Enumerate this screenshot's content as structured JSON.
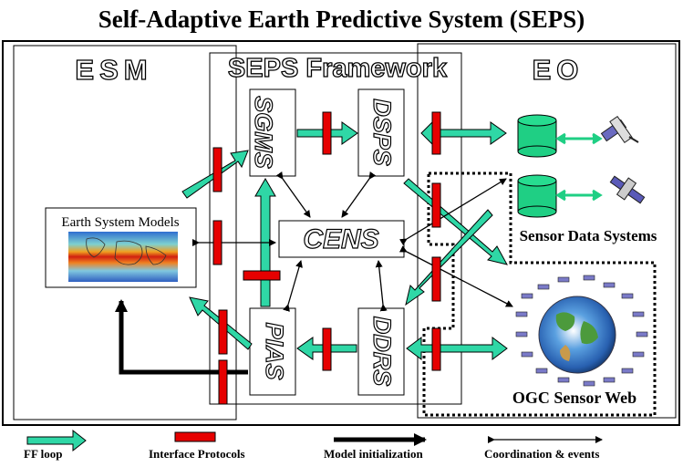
{
  "title": "Self-Adaptive Earth Predictive System (SEPS)",
  "regions": {
    "esm": "ESM",
    "framework": "SEPS Framework",
    "eo": "EO"
  },
  "components": {
    "sgms": "SGMS",
    "dsps": "DSPS",
    "cens": "CENS",
    "pias": "PIAS",
    "ddrs": "DDRS"
  },
  "earth_system_models": "Earth System Models",
  "sensor_data_systems": "Sensor Data Systems",
  "ogc_sensor_web": "OGC Sensor Web",
  "legend": {
    "ff_loop": "FF loop",
    "interface_protocols": "Interface Protocols",
    "model_initialization": "Model initialization",
    "coordination_events": "Coordination & events"
  },
  "colors": {
    "ff_arrow": "#2fd7a6",
    "interface": "#e60000",
    "cylinder": "#1fcf84",
    "dotted_box": "#000000"
  }
}
